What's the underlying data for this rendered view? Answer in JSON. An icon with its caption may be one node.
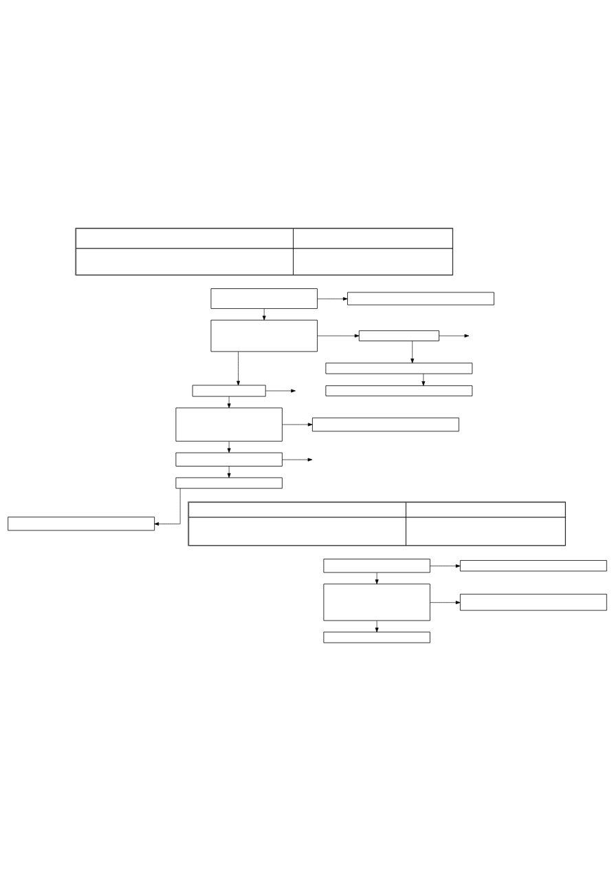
{
  "diagram": {
    "nodes": [
      {
        "text": [],
        "shape": "table"
      },
      {
        "text": [],
        "shape": "box"
      },
      {
        "text": [],
        "shape": "box"
      },
      {
        "text": [],
        "shape": "box"
      },
      {
        "text": [],
        "shape": "box"
      },
      {
        "text": [],
        "shape": "box"
      },
      {
        "text": [],
        "shape": "box"
      },
      {
        "text": [],
        "shape": "box"
      },
      {
        "text": [],
        "shape": "box"
      },
      {
        "text": [],
        "shape": "box"
      },
      {
        "text": [],
        "shape": "box"
      },
      {
        "text": [],
        "shape": "box"
      },
      {
        "text": [],
        "shape": "box"
      },
      {
        "text": [],
        "shape": "table"
      },
      {
        "text": [],
        "shape": "box"
      },
      {
        "text": [],
        "shape": "box"
      },
      {
        "text": [],
        "shape": "box"
      },
      {
        "text": [],
        "shape": "box"
      },
      {
        "text": [],
        "shape": "box"
      }
    ],
    "edges": [
      {
        "from": 1,
        "to": 2,
        "arrow": "to"
      },
      {
        "from": 1,
        "to": 3,
        "arrow": "to"
      },
      {
        "from": 3,
        "to": 4,
        "arrow": "to"
      },
      {
        "from": 4,
        "to": null,
        "arrow": "to"
      },
      {
        "from": 4,
        "to": 5,
        "arrow": "to"
      },
      {
        "from": 5,
        "to": 7,
        "arrow": "to"
      },
      {
        "from": 3,
        "to": 6,
        "arrow": "to"
      },
      {
        "from": 6,
        "to": null,
        "arrow": "to"
      },
      {
        "from": 6,
        "to": 8,
        "arrow": "to"
      },
      {
        "from": 8,
        "to": 9,
        "arrow": "to"
      },
      {
        "from": 8,
        "to": 10,
        "arrow": "to"
      },
      {
        "from": 10,
        "to": null,
        "arrow": "to"
      },
      {
        "from": 10,
        "to": 11,
        "arrow": "to"
      },
      {
        "from": 11,
        "to": 12,
        "arrow": "to"
      },
      {
        "from": 14,
        "to": 15,
        "arrow": "to"
      },
      {
        "from": 14,
        "to": 16,
        "arrow": "to"
      },
      {
        "from": 16,
        "to": 17,
        "arrow": "to"
      },
      {
        "from": 16,
        "to": 18,
        "arrow": "to"
      }
    ]
  }
}
